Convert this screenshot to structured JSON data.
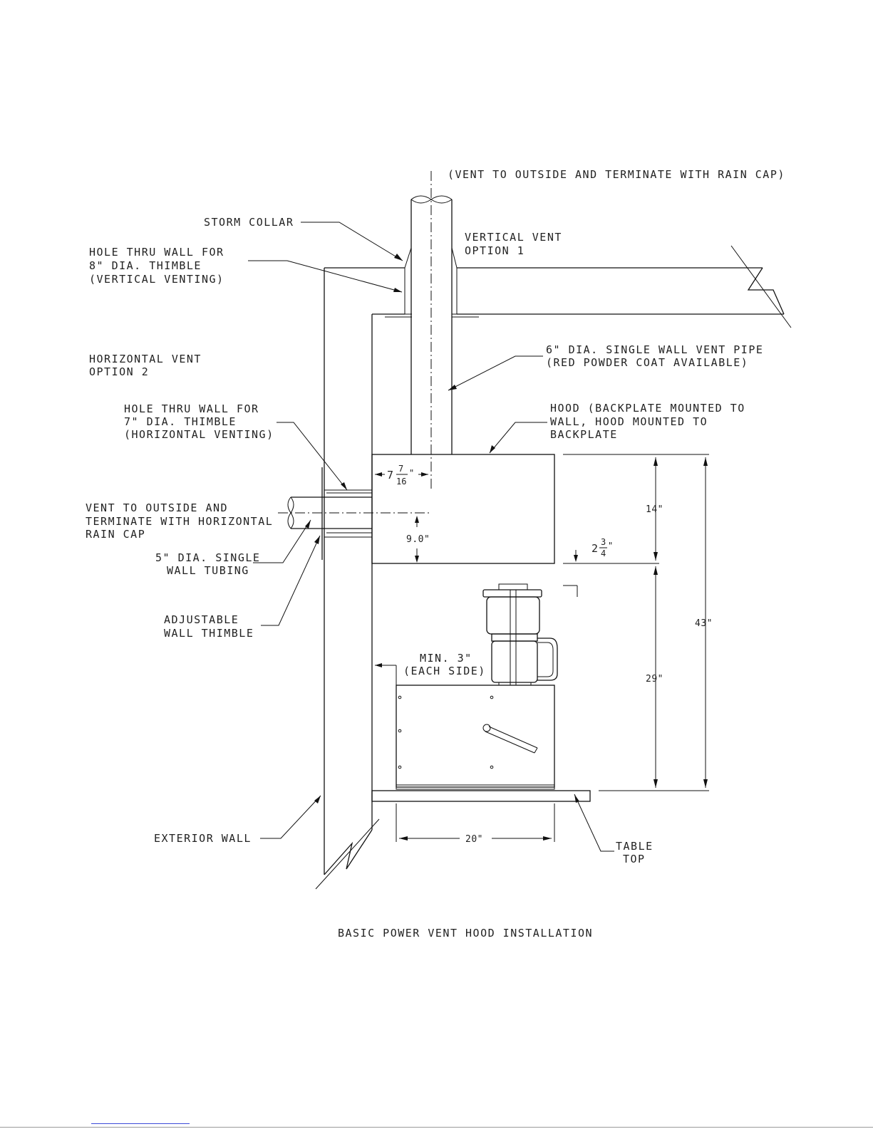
{
  "labels": {
    "vent_top": "(VENT TO OUTSIDE AND TERMINATE WITH RAIN CAP)",
    "storm_collar": "STORM COLLAR",
    "vertical_vent_1": "VERTICAL VENT",
    "vertical_vent_2": "OPTION 1",
    "hole8_1": "HOLE THRU WALL FOR",
    "hole8_2": "8\" DIA. THIMBLE",
    "hole8_3": "(VERTICAL VENTING)",
    "horiz_vent_1": "HORIZONTAL VENT",
    "horiz_vent_2": "OPTION 2",
    "pipe6_1": "6\" DIA. SINGLE WALL VENT PIPE",
    "pipe6_2": "(RED POWDER COAT AVAILABLE)",
    "hole7_1": "HOLE THRU WALL FOR",
    "hole7_2": "7\" DIA. THIMBLE",
    "hole7_3": "(HORIZONTAL VENTING)",
    "hood_1": "HOOD (BACKPLATE MOUNTED TO",
    "hood_2": "WALL, HOOD MOUNTED TO",
    "hood_3": "BACKPLATE",
    "vent_horiz_1": "VENT TO OUTSIDE AND",
    "vent_horiz_2": "TERMINATE WITH HORIZONTAL",
    "vent_horiz_3": "RAIN CAP",
    "tubing5_1": "5\" DIA. SINGLE",
    "tubing5_2": "WALL TUBING",
    "thimble_1": "ADJUSTABLE",
    "thimble_2": "WALL THIMBLE",
    "min_1": "MIN. 3\"",
    "min_2": "(EACH SIDE)",
    "exterior_wall": "EXTERIOR WALL",
    "table_1": "TABLE",
    "table_2": "TOP",
    "caption": "BASIC POWER VENT HOOD INSTALLATION"
  },
  "dimensions": {
    "d7_whole": "7",
    "d7_num": "7",
    "d7_den": "16",
    "d7_unit": "\"",
    "d9": "9.0\"",
    "d2_whole": "2",
    "d2_num": "3",
    "d2_den": "4",
    "d2_unit": "\"",
    "d14": "14\"",
    "d43": "43\"",
    "d29": "29\"",
    "d20": "20\""
  }
}
